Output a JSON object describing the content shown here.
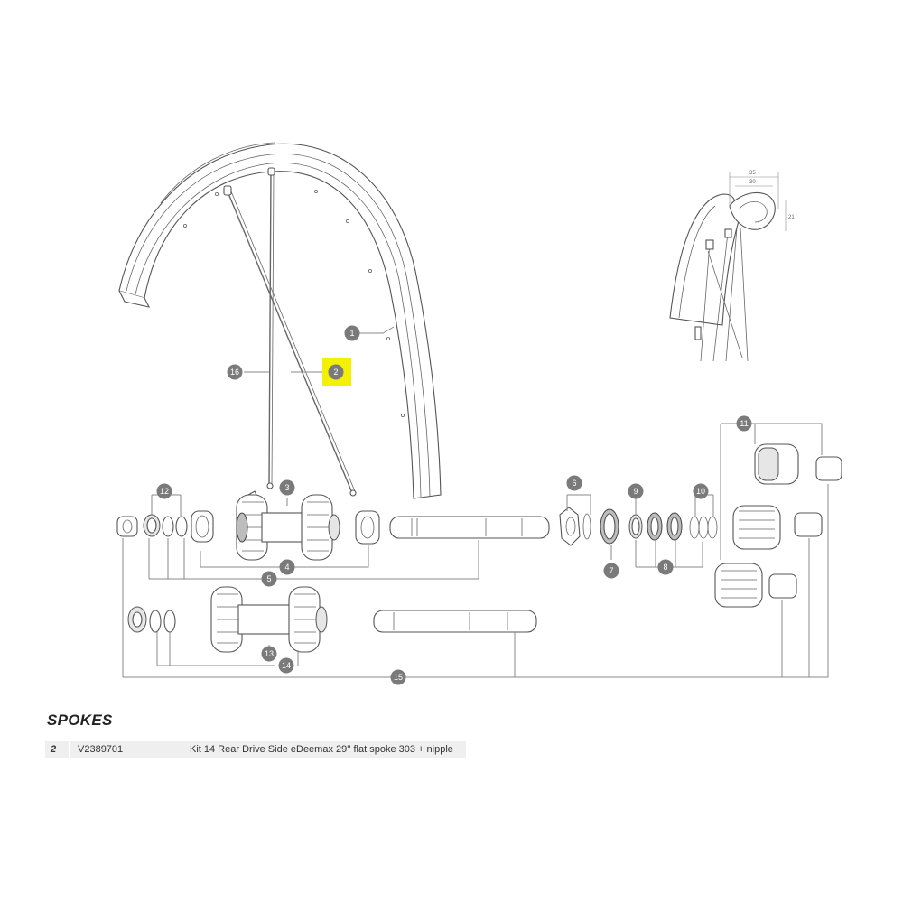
{
  "callouts": {
    "c1": "1",
    "c2": "2",
    "c3": "3",
    "c4": "4",
    "c5": "5",
    "c6": "6",
    "c7": "7",
    "c8": "8",
    "c9": "9",
    "c10": "10",
    "c11": "11",
    "c12": "12",
    "c13": "13",
    "c14": "14",
    "c15": "15",
    "c16": "16"
  },
  "highlighted_callout": "2",
  "highlight_color": "#f3f000",
  "inset_dimensions": {
    "d1": "35",
    "d2": "30",
    "d3": "21"
  },
  "parts_section": {
    "title": "SPOKES",
    "rows": [
      {
        "index": "2",
        "reference": "V2389701",
        "description": "Kit 14 Rear Drive Side eDeemax 29'' flat spoke 303 + nipple"
      }
    ]
  }
}
